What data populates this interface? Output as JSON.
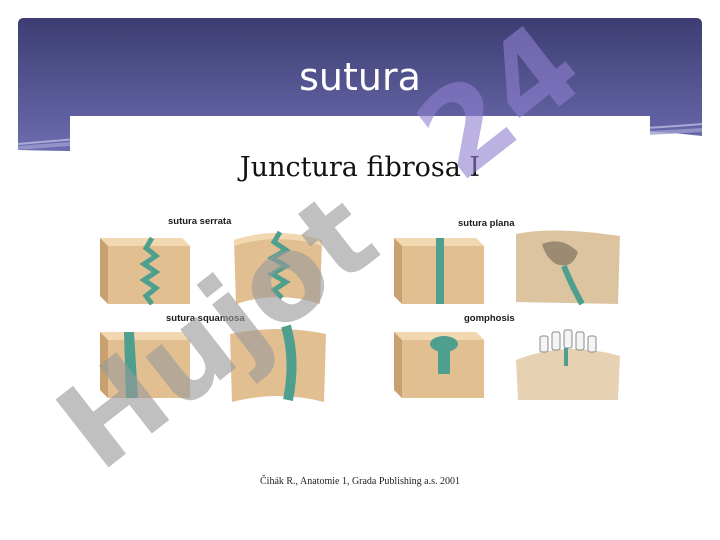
{
  "slide": {
    "title": "sutura"
  },
  "figure": {
    "title": "Junctura fibrosa I",
    "labels": {
      "serrata": "sutura serrata",
      "plana": "sutura plana",
      "squamosa": "sutura squamosa",
      "gomphosis": "gomphosis"
    },
    "caption": "Čihák R., Anatomie 1, Grada Publishing a.s. 2001"
  },
  "watermark": {
    "text": "Hujot 24"
  },
  "colors": {
    "header": "#4e4e88",
    "bone": "#e8c79a",
    "suture": "#4f9f8f",
    "watermark_gray": "#9a9a9a",
    "watermark_purple": "#8f7fd0"
  }
}
